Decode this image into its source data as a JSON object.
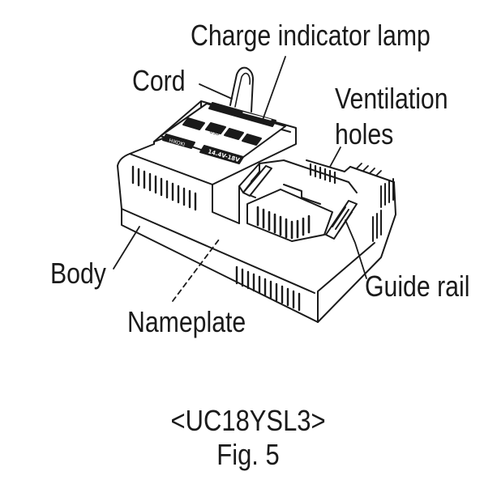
{
  "labels": {
    "charge_indicator_lamp": "Charge indicator lamp",
    "cord": "Cord",
    "ventilation_holes_line1": "Ventilation",
    "ventilation_holes_line2": "holes",
    "body": "Body",
    "nameplate": "Nameplate",
    "guide_rail": "Guide rail"
  },
  "panel": {
    "model_badge": "HiKOKI",
    "usb_label": "USB",
    "voltage_label": "14.4V-18V"
  },
  "caption": {
    "model": "<UC18YSL3>",
    "figure": "Fig. 5"
  }
}
